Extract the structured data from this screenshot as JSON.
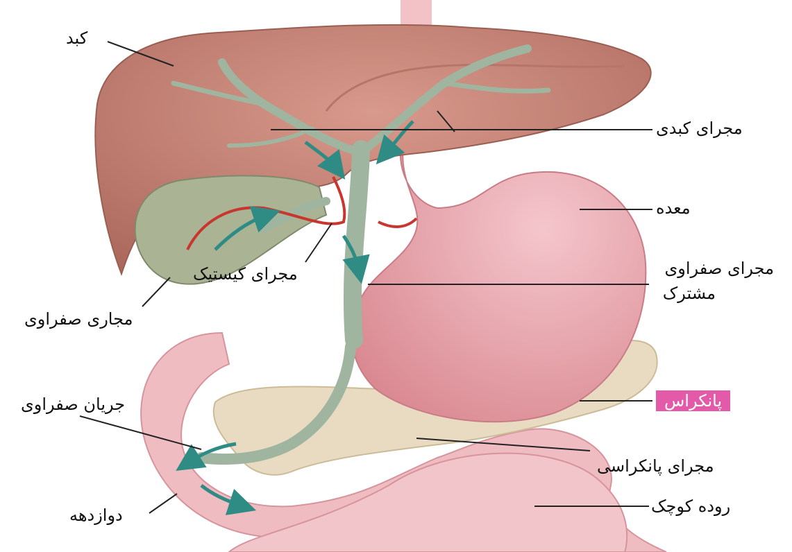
{
  "colors": {
    "liver": "#c9897c",
    "liver_dark": "#a86b60",
    "gallbladder": "#aeb89a",
    "bile_duct": "#9fb59f",
    "stomach": "#e9a3ac",
    "duodenum": "#edb5bc",
    "pancreas": "#e8dbc2",
    "arrow": "#2e8c84",
    "artery": "#c8372f",
    "pancreas_highlight": "#e25aa8"
  },
  "labels": {
    "liver": "کبد",
    "hepatic_duct": "مجرای کبدی",
    "stomach": "معده",
    "common_bile_duct_line1": "مجرای صفراوی",
    "common_bile_duct_line2": "مشترک",
    "cystic_duct": "مجرای کیستیک",
    "bile_ducts": "مجاری صفراوی",
    "bile_flow": "جریان صفراوی",
    "pancreas": "پانکراس",
    "pancreatic_duct": "مجرای پانکراسی",
    "small_intestine": "روده کوچک",
    "duodenum": "دوازدهه"
  }
}
